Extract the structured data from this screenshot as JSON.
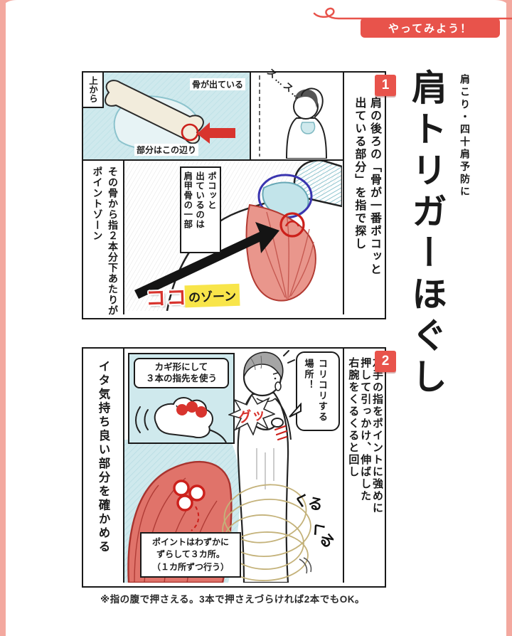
{
  "page": {
    "badge": "やってみよう！",
    "subtitle": "肩こり・四十肩予防に",
    "title": "肩トリガーほぐし",
    "footnote": "※指の腹で押さえる。3本で押さえづらければ2本でもOK。"
  },
  "panel1": {
    "number": "1",
    "instruction_right": "肩の後ろの「骨が一番ポコッと\n出ている部分」を指で探し",
    "note_left": "その骨から指２本分下あたりが\nポイントゾーン",
    "inset_view_label": "上から",
    "inset_caption_top": "骨が出ている",
    "inset_caption_bottom": "部分はこの辺り",
    "sfx": "ス…ス…",
    "bubble": "ポコッと\n出ているのは\n肩甲骨の一部",
    "zone_word_emphasis": "ココ",
    "zone_word_rest": "のゾーン"
  },
  "panel2": {
    "number": "2",
    "instruction_right": "左手の指をポイントに強めに\n押して引っかけ、伸ばした\n右腕をくるくると回し",
    "note_left": "イタ気持ち良い部分を確かめる",
    "tip_box": "カギ形にして\n３本の指先を使う",
    "speech": "コリコリする\n場所！",
    "sfx": "グッ",
    "point_note": "ポイントはわずかに\nずらして３カ所。\n（１カ所ずつ行う）",
    "spin_sfx_1": "くる",
    "spin_sfx_2": "くる"
  },
  "colors": {
    "accent_red": "#e8534b",
    "frame_pink": "#f3a89f",
    "teal_light": "#cfe9ed",
    "highlight_yellow": "#f8e54a",
    "blue_circle": "#3a35b0",
    "muscle_red": "#e0736a"
  }
}
